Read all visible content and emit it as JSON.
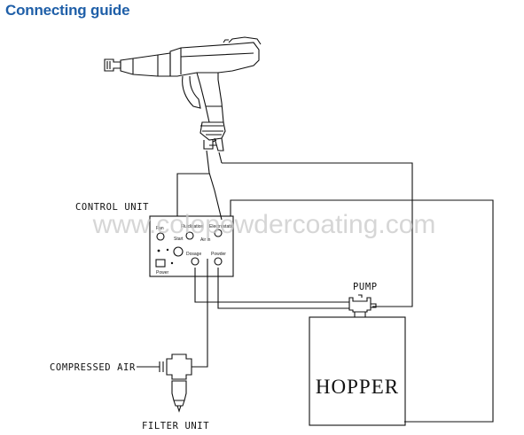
{
  "header": {
    "title": "Connecting guide"
  },
  "diagram": {
    "labels": {
      "control_unit": "CONTROL UNIT",
      "pump": "PUMP",
      "compressed_air": "COMPRESSED AIR",
      "filter_unit": "FILTER UNIT",
      "hopper": "HOPPER"
    },
    "panel": {
      "fan": "Fan",
      "fluidization": "Fluidization",
      "electrostatic": "Electrostatic",
      "start": "Start",
      "air_in": "Air in",
      "dosage": "Dosage",
      "powder": "Powder",
      "power": "Power"
    },
    "watermark": "www.colopowdercoating.com"
  },
  "colors": {
    "title": "#1f5fa8",
    "line": "#111111",
    "watermark": "#c8c8c8"
  }
}
